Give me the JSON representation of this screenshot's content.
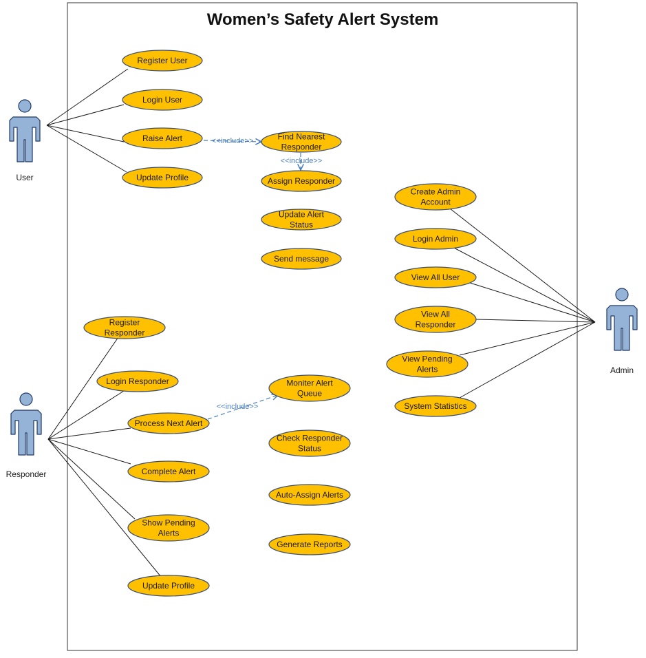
{
  "title": "Women’s Safety Alert System",
  "colors": {
    "usecase_fill": "#ffc000",
    "usecase_stroke": "#3a4f7a",
    "actor_fill": "#95b3d7",
    "actor_stroke": "#1f3864",
    "include_line": "#4a7ebb",
    "association_line": "#1a1a1a"
  },
  "actors": [
    {
      "id": "user",
      "label": "User"
    },
    {
      "id": "responder",
      "label": "Responder"
    },
    {
      "id": "admin",
      "label": "Admin"
    }
  ],
  "use_cases": [
    {
      "id": "register-user",
      "lines": [
        "Register User"
      ]
    },
    {
      "id": "login-user",
      "lines": [
        "Login User"
      ]
    },
    {
      "id": "raise-alert",
      "lines": [
        "Raise Alert"
      ]
    },
    {
      "id": "update-profile-user",
      "lines": [
        "Update Profile"
      ]
    },
    {
      "id": "find-nearest-responder",
      "lines": [
        "Find Nearest",
        "Responder"
      ]
    },
    {
      "id": "assign-responder",
      "lines": [
        "Assign Responder"
      ]
    },
    {
      "id": "update-alert-status",
      "lines": [
        "Update Alert",
        "Status"
      ]
    },
    {
      "id": "send-message",
      "lines": [
        "Send message"
      ]
    },
    {
      "id": "create-admin-account",
      "lines": [
        "Create Admin",
        "Account"
      ]
    },
    {
      "id": "login-admin",
      "lines": [
        "Login Admin"
      ]
    },
    {
      "id": "view-all-user",
      "lines": [
        "View All User"
      ]
    },
    {
      "id": "view-all-responder",
      "lines": [
        "View All",
        "Responder"
      ]
    },
    {
      "id": "view-pending-alerts",
      "lines": [
        "View Pending",
        "Alerts"
      ]
    },
    {
      "id": "system-statistics",
      "lines": [
        "System Statistics"
      ]
    },
    {
      "id": "register-responder",
      "lines": [
        "Register",
        "Responder"
      ]
    },
    {
      "id": "login-responder",
      "lines": [
        "Login Responder"
      ]
    },
    {
      "id": "process-next-alert",
      "lines": [
        "Process Next Alert"
      ]
    },
    {
      "id": "complete-alert",
      "lines": [
        "Complete Alert"
      ]
    },
    {
      "id": "show-pending-alerts",
      "lines": [
        "Show Pending",
        "Alerts"
      ]
    },
    {
      "id": "update-profile-responder",
      "lines": [
        "Update Profile"
      ]
    },
    {
      "id": "moniter-alert-queue",
      "lines": [
        "Moniter Alert",
        "Queue"
      ]
    },
    {
      "id": "check-responder-status",
      "lines": [
        "Check Responder",
        "Status"
      ]
    },
    {
      "id": "auto-assign-alerts",
      "lines": [
        "Auto-Assign Alerts"
      ]
    },
    {
      "id": "generate-reports",
      "lines": [
        "Generate Reports"
      ]
    }
  ],
  "associations": [
    {
      "actor": "user",
      "use_case": "register-user"
    },
    {
      "actor": "user",
      "use_case": "login-user"
    },
    {
      "actor": "user",
      "use_case": "raise-alert"
    },
    {
      "actor": "user",
      "use_case": "update-profile-user"
    },
    {
      "actor": "admin",
      "use_case": "create-admin-account"
    },
    {
      "actor": "admin",
      "use_case": "login-admin"
    },
    {
      "actor": "admin",
      "use_case": "view-all-user"
    },
    {
      "actor": "admin",
      "use_case": "view-all-responder"
    },
    {
      "actor": "admin",
      "use_case": "view-pending-alerts"
    },
    {
      "actor": "admin",
      "use_case": "system-statistics"
    },
    {
      "actor": "responder",
      "use_case": "register-responder"
    },
    {
      "actor": "responder",
      "use_case": "login-responder"
    },
    {
      "actor": "responder",
      "use_case": "process-next-alert"
    },
    {
      "actor": "responder",
      "use_case": "complete-alert"
    },
    {
      "actor": "responder",
      "use_case": "show-pending-alerts"
    },
    {
      "actor": "responder",
      "use_case": "update-profile-responder"
    }
  ],
  "includes": [
    {
      "from": "raise-alert",
      "to": "find-nearest-responder",
      "label": "<<include>>"
    },
    {
      "from": "find-nearest-responder",
      "to": "assign-responder",
      "label": "<<include>>"
    },
    {
      "from": "process-next-alert",
      "to": "moniter-alert-queue",
      "label": "<<include>>"
    }
  ]
}
